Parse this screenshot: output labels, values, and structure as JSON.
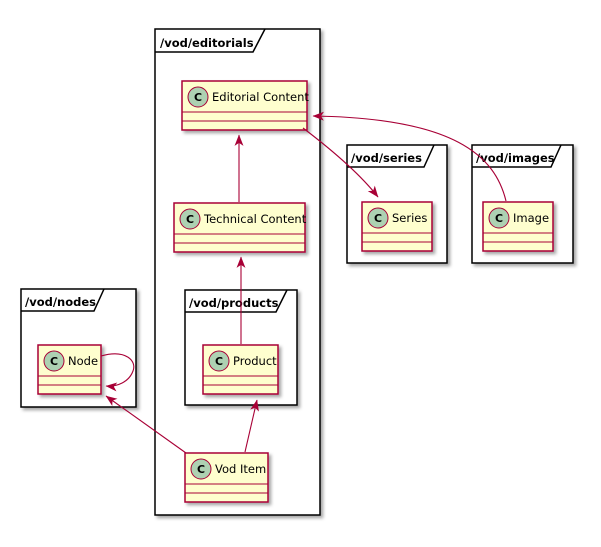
{
  "diagram": {
    "type": "package-class-diagram",
    "colors": {
      "background": "#FFFFFF",
      "package_fill": "#FFFFFF",
      "package_border": "#000000",
      "class_fill": "#FEFECE",
      "class_border": "#A80036",
      "circle_fill": "#ADD1B2",
      "circle_border": "#A80036",
      "edge": "#A80036"
    },
    "packages": {
      "editorials": {
        "label": "/vod/editorials"
      },
      "series": {
        "label": "/vod/series"
      },
      "images": {
        "label": "/vod/images"
      },
      "nodes": {
        "label": "/vod/nodes"
      },
      "products": {
        "label": "/vod/products"
      }
    },
    "classes": {
      "editorial_content": {
        "label": "Editorial Content",
        "stereotype": "C"
      },
      "technical_content": {
        "label": "Technical Content",
        "stereotype": "C"
      },
      "series": {
        "label": "Series",
        "stereotype": "C"
      },
      "image": {
        "label": "Image",
        "stereotype": "C"
      },
      "node": {
        "label": "Node",
        "stereotype": "C"
      },
      "product": {
        "label": "Product",
        "stereotype": "C"
      },
      "vod_item": {
        "label": "Vod Item",
        "stereotype": "C"
      }
    },
    "relations": [
      {
        "from": "Technical Content",
        "to": "Editorial Content"
      },
      {
        "from": "Product",
        "to": "Technical Content"
      },
      {
        "from": "Editorial Content",
        "to": "Series"
      },
      {
        "from": "Image",
        "to": "Editorial Content"
      },
      {
        "from": "Vod Item",
        "to": "Product"
      },
      {
        "from": "Vod Item",
        "to": "Node"
      },
      {
        "from": "Node",
        "to": "Node"
      }
    ]
  }
}
